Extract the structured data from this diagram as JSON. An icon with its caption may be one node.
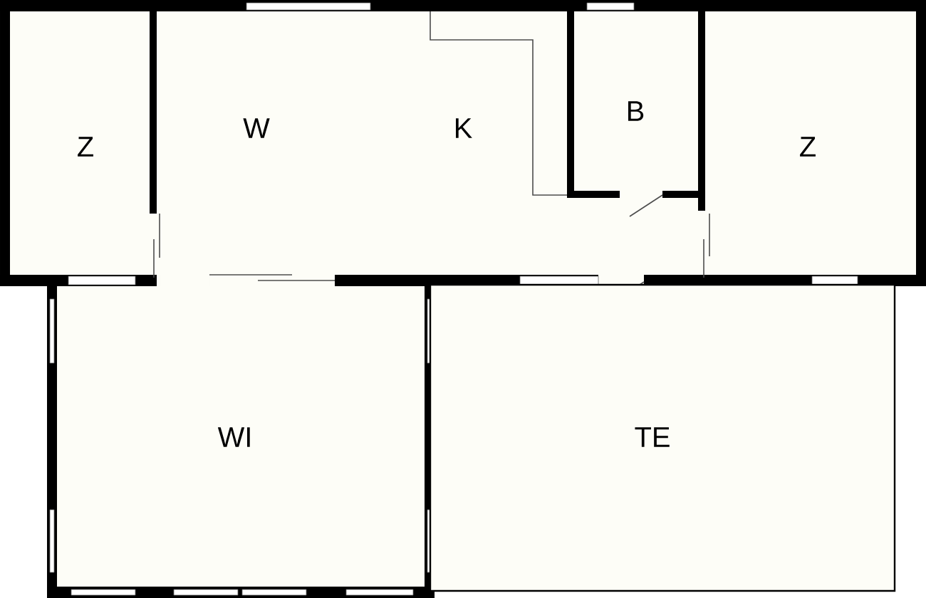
{
  "diagram": {
    "nodes": [
      {
        "text": [
          "Z"
        ]
      },
      {
        "text": [
          "W",
          "K"
        ]
      },
      {
        "text": [
          "B"
        ]
      },
      {
        "text": [
          "Z"
        ]
      },
      {
        "text": [
          "WI"
        ]
      },
      {
        "text": [
          "TE"
        ]
      }
    ]
  }
}
